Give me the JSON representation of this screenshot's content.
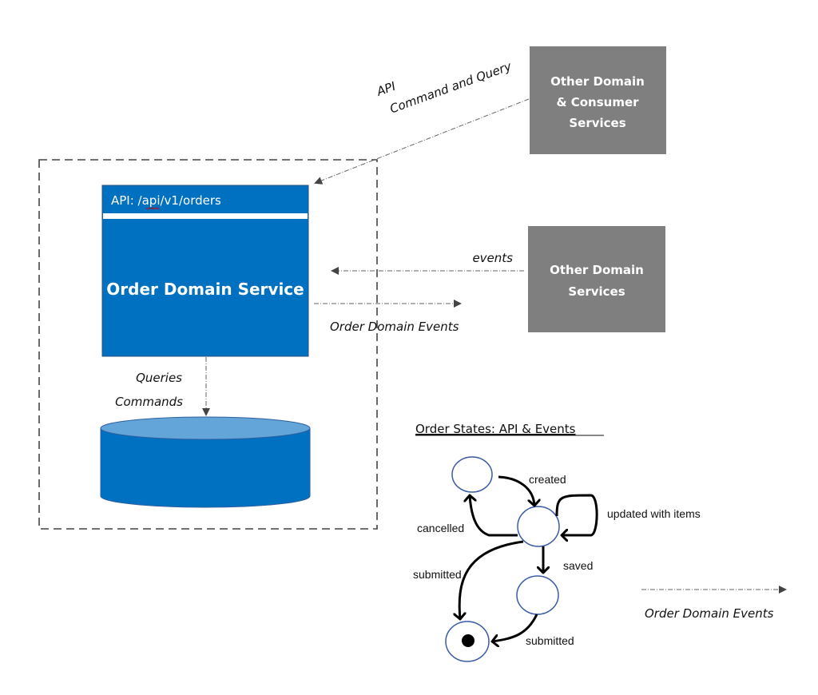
{
  "diagram": {
    "colors": {
      "service_blue": "#0070C0",
      "db_top": "#63A5D8",
      "external_gray": "#7F7F7F",
      "state_outline": "#3B5BA5",
      "line": "#444444"
    },
    "order_service": {
      "api_label": "API: /api/v1/orders",
      "title": "Order Domain Service"
    },
    "external_consumer": {
      "lines": [
        "Other Domain",
        "& Consumer",
        "Services"
      ]
    },
    "external_services": {
      "lines": [
        "Other Domain",
        "Services"
      ]
    },
    "arrows": {
      "api_label_line1": "API",
      "api_label_line2": "Command and Query",
      "incoming_events": "events",
      "outgoing_events": "Order Domain Events",
      "db_label_line1": "Queries",
      "db_label_line2": "Commands"
    },
    "state_machine": {
      "title": "Order States: API & Events",
      "transitions": {
        "created": "created",
        "updated": "updated with items",
        "cancelled": "cancelled",
        "saved": "saved",
        "submitted_direct": "submitted",
        "submitted_from_saved": "submitted"
      }
    },
    "legend": {
      "label": "Order Domain Events"
    }
  }
}
